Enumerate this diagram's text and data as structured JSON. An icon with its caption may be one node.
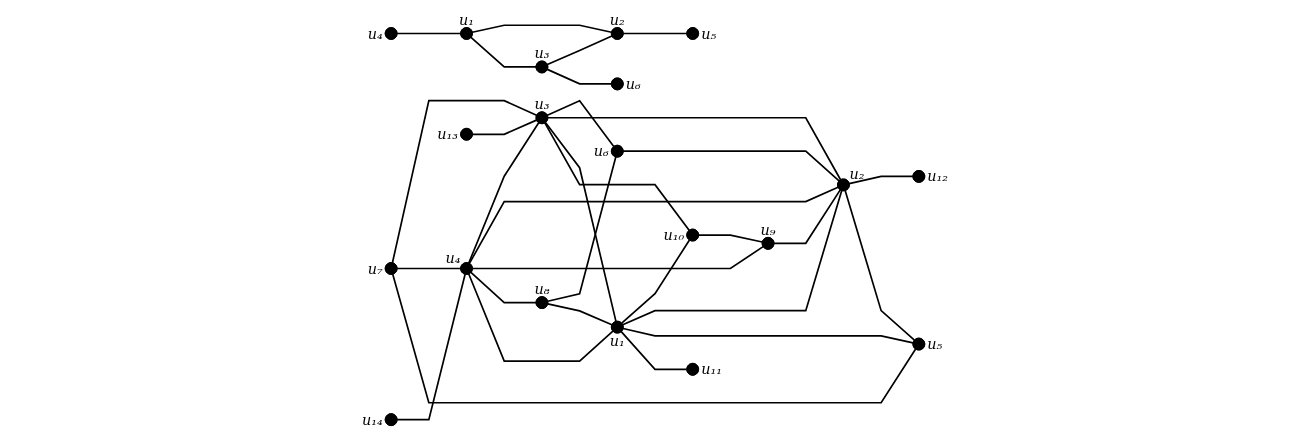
{
  "diagram": {
    "nodes": [
      {
        "text": [],
        "shape": "circle",
        "beside": [
          "u₁"
        ]
      },
      {
        "text": [],
        "shape": "circle",
        "beside": [
          "u₂"
        ]
      },
      {
        "text": [],
        "shape": "circle",
        "beside": [
          "u₃"
        ]
      },
      {
        "text": [],
        "shape": "circle",
        "beside": [
          "u₄"
        ]
      },
      {
        "text": [],
        "shape": "circle",
        "beside": [
          "u₅"
        ]
      },
      {
        "text": [],
        "shape": "circle",
        "beside": [
          "u₆"
        ]
      },
      {
        "text": [],
        "shape": "circle",
        "beside": [
          "u₁"
        ]
      },
      {
        "text": [],
        "shape": "circle",
        "beside": [
          "u₂"
        ]
      },
      {
        "text": [],
        "shape": "circle",
        "beside": [
          "u₃"
        ]
      },
      {
        "text": [],
        "shape": "circle",
        "beside": [
          "u₄"
        ]
      },
      {
        "text": [],
        "shape": "circle",
        "beside": [
          "u₅"
        ]
      },
      {
        "text": [],
        "shape": "circle",
        "beside": [
          "u₆"
        ]
      },
      {
        "text": [],
        "shape": "circle",
        "beside": [
          "u₇"
        ]
      },
      {
        "text": [],
        "shape": "circle",
        "beside": [
          "u₈"
        ]
      },
      {
        "text": [],
        "shape": "circle",
        "beside": [
          "u₉"
        ]
      },
      {
        "text": [],
        "shape": "circle",
        "beside": [
          "u₁₀"
        ]
      },
      {
        "text": [],
        "shape": "circle",
        "beside": [
          "u₁₁"
        ]
      },
      {
        "text": [],
        "shape": "circle",
        "beside": [
          "u₁₂"
        ]
      },
      {
        "text": [],
        "shape": "circle",
        "beside": [
          "u₁₃"
        ]
      },
      {
        "text": [],
        "shape": "circle",
        "beside": [
          "u₁₄"
        ]
      }
    ],
    "edges": [
      {
        "from": 3,
        "to": 0,
        "arrow": "none"
      },
      {
        "from": 0,
        "to": 1,
        "arrow": "none"
      },
      {
        "from": 0,
        "to": 2,
        "arrow": "none"
      },
      {
        "from": 2,
        "to": 1,
        "arrow": "none"
      },
      {
        "from": 1,
        "to": 4,
        "arrow": "none"
      },
      {
        "from": 2,
        "to": 5,
        "arrow": "none"
      },
      {
        "from": 18,
        "to": 8,
        "arrow": "none"
      },
      {
        "from": 12,
        "to": 8,
        "arrow": "none"
      },
      {
        "from": 8,
        "to": 11,
        "arrow": "none"
      },
      {
        "from": 12,
        "to": 9,
        "arrow": "none"
      },
      {
        "from": 9,
        "to": 8,
        "arrow": "none"
      },
      {
        "from": 8,
        "to": 7,
        "arrow": "none"
      },
      {
        "from": 11,
        "to": 7,
        "arrow": "none"
      },
      {
        "from": 12,
        "to": 10,
        "arrow": "none"
      },
      {
        "from": 13,
        "to": 11,
        "arrow": "none"
      },
      {
        "from": 8,
        "to": 6,
        "arrow": "none"
      },
      {
        "from": 8,
        "to": 15,
        "arrow": "none"
      },
      {
        "from": 19,
        "to": 9,
        "arrow": "none"
      },
      {
        "from": 9,
        "to": 7,
        "arrow": "none"
      },
      {
        "from": 7,
        "to": 17,
        "arrow": "none"
      },
      {
        "from": 9,
        "to": 14,
        "arrow": "none"
      },
      {
        "from": 15,
        "to": 14,
        "arrow": "none"
      },
      {
        "from": 14,
        "to": 7,
        "arrow": "none"
      },
      {
        "from": 6,
        "to": 15,
        "arrow": "none"
      },
      {
        "from": 9,
        "to": 13,
        "arrow": "none"
      },
      {
        "from": 9,
        "to": 6,
        "arrow": "none"
      },
      {
        "from": 6,
        "to": 7,
        "arrow": "none"
      },
      {
        "from": 7,
        "to": 10,
        "arrow": "none"
      },
      {
        "from": 13,
        "to": 6,
        "arrow": "none"
      },
      {
        "from": 6,
        "to": 10,
        "arrow": "none"
      },
      {
        "from": 6,
        "to": 16,
        "arrow": "none"
      }
    ]
  }
}
